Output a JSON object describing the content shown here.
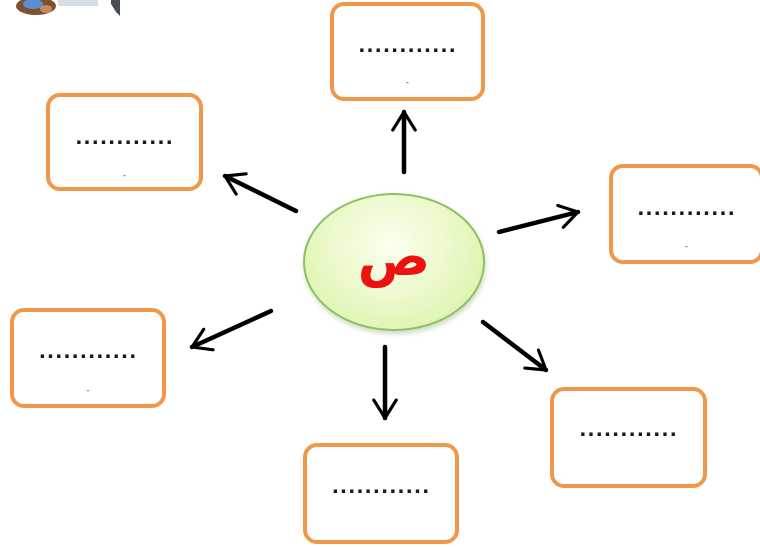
{
  "center": {
    "letter": "ص"
  },
  "boxes": [
    {
      "name": "top",
      "dots": "............",
      "dash": "-"
    },
    {
      "name": "upper-left",
      "dots": "............",
      "dash": "-"
    },
    {
      "name": "upper-right",
      "dots": "............",
      "dash": "-"
    },
    {
      "name": "lower-left",
      "dots": "............",
      "dash": "-"
    },
    {
      "name": "lower-right",
      "dots": "............"
    },
    {
      "name": "bottom",
      "dots": "............"
    }
  ],
  "colors": {
    "box_border": "#f0974a",
    "arrow": "#000000",
    "center_fill": "#d4f19b",
    "letter": "#ee1111"
  }
}
